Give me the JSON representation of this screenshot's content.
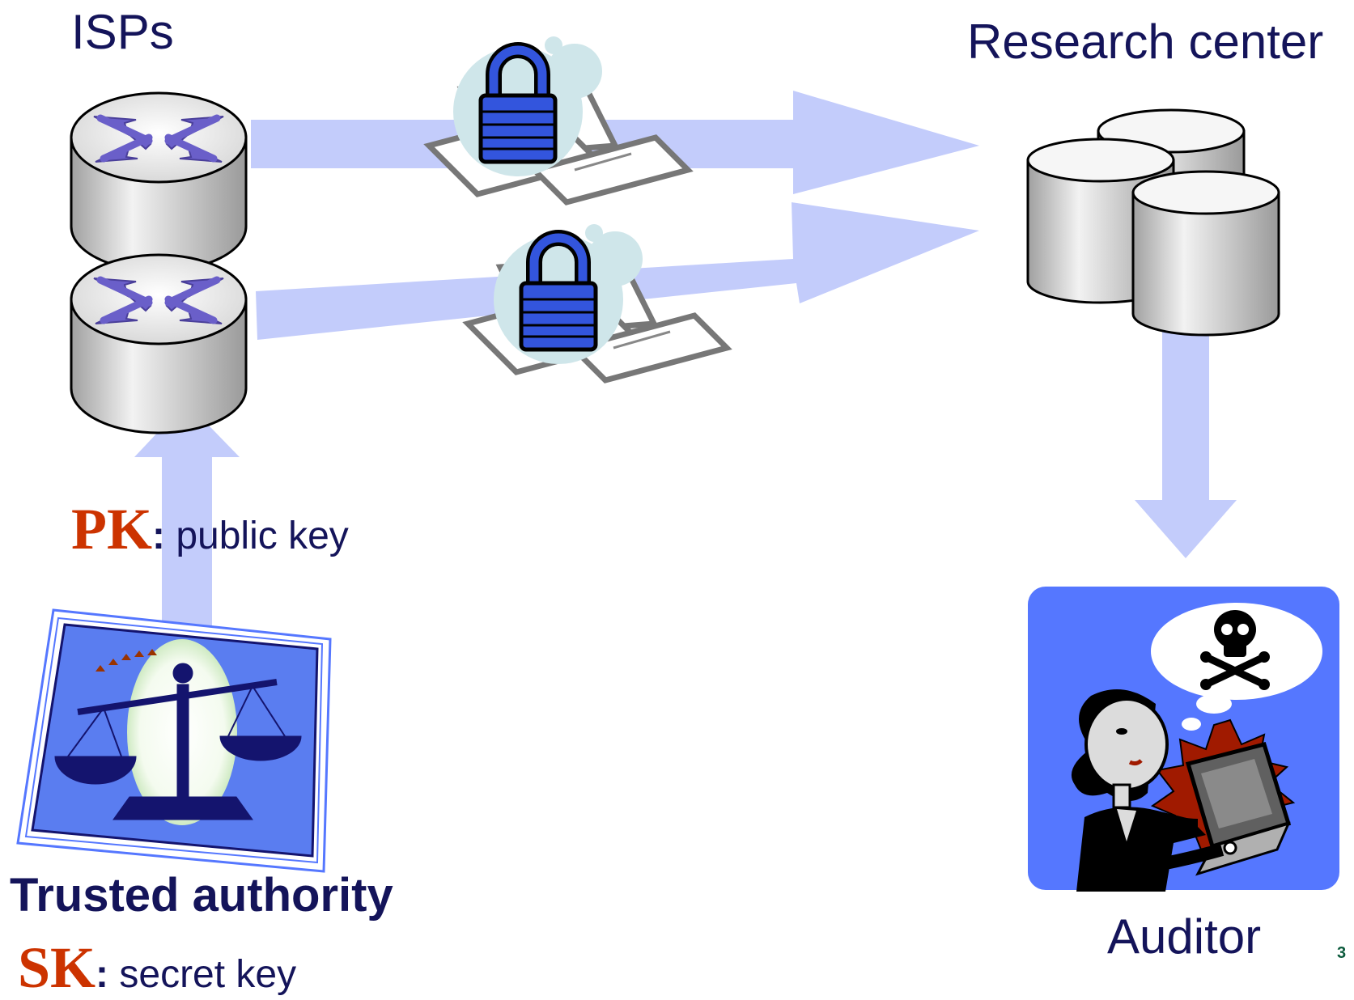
{
  "labels": {
    "isps": "ISPs",
    "research_center": "Research center",
    "auditor": "Auditor",
    "trusted_authority": "Trusted authority"
  },
  "keys": {
    "pk_abbr": "PK",
    "pk_desc": "public key",
    "sk_abbr": "SK",
    "sk_desc": "secret key",
    "separator": ":"
  },
  "page_number": "3",
  "colors": {
    "arrow": "#c3ccfb",
    "text": "#14145a",
    "key_accent": "#cc3300",
    "lock_body": "#3355dd",
    "auditor_panel": "#5577ff",
    "authority_panel": "#5a7df0",
    "page_number": "#0b5a3c"
  },
  "icons": [
    "router-icon",
    "database-icon",
    "padlock-icon",
    "document-icon",
    "scales-of-justice-icon",
    "skull-crossbones-icon",
    "laptop-icon",
    "person-icon"
  ]
}
